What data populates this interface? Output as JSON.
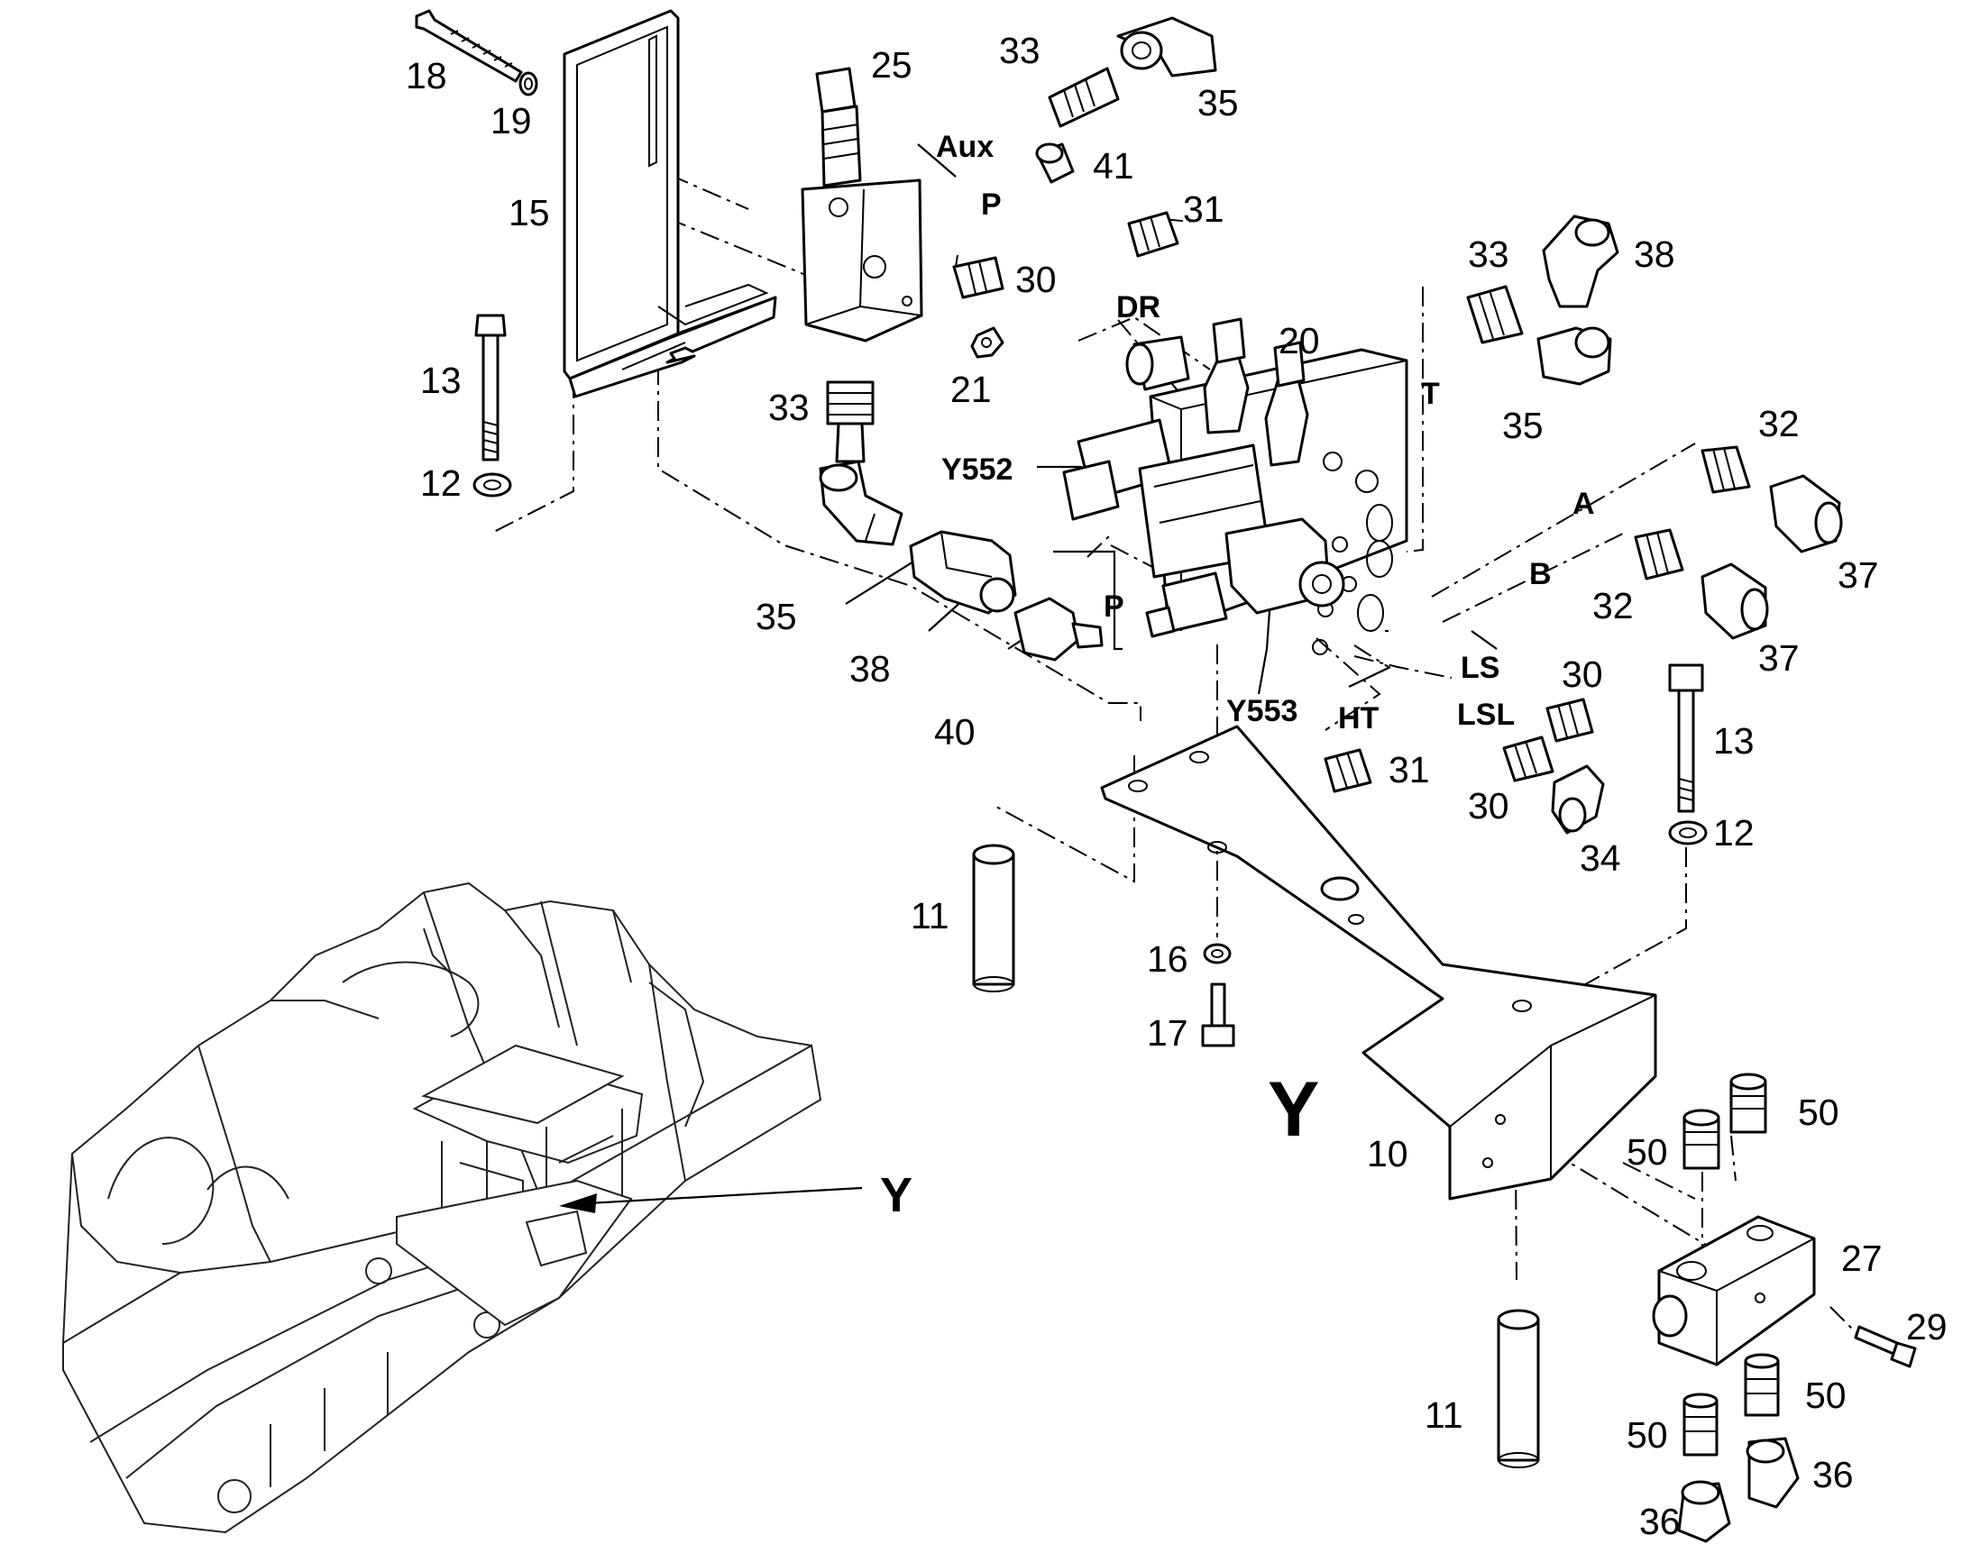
{
  "callouts": {
    "c18": "18",
    "c19": "19",
    "c15": "15",
    "c13a": "13",
    "c12a": "12",
    "c25": "25",
    "c33a": "33",
    "c35a": "35",
    "c41": "41",
    "c30a": "30",
    "c21": "21",
    "c33b": "33",
    "c35b": "35",
    "c38a": "38",
    "c40": "40",
    "c31a": "31",
    "c33c": "33",
    "c38b": "38",
    "c35c": "35",
    "c20": "20",
    "c32a": "32",
    "c37a": "37",
    "c32b": "32",
    "c37b": "37",
    "c30b": "30",
    "c30c": "30",
    "c31b": "31",
    "c34": "34",
    "c13b": "13",
    "c12b": "12",
    "c11a": "11",
    "c16": "16",
    "c17": "17",
    "c10": "10",
    "c50a": "50",
    "c50b": "50",
    "c27": "27",
    "c29": "29",
    "c50c": "50",
    "c50d": "50",
    "c11b": "11",
    "c36a": "36",
    "c36b": "36"
  },
  "ports": {
    "aux": "Aux",
    "p_top": "P",
    "dr": "DR",
    "t": "T",
    "a": "A",
    "b": "B",
    "ls": "LS",
    "lsl": "LSL",
    "ht": "HT",
    "p_mid": "P",
    "y552": "Y552",
    "y553": "Y553"
  },
  "view_labels": {
    "y_big": "Y",
    "y_arrow": "Y"
  }
}
